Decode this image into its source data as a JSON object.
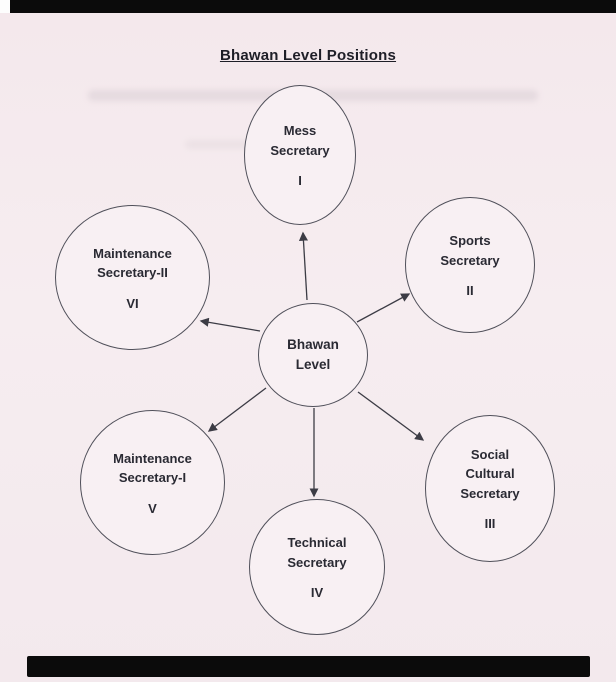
{
  "page": {
    "title": "Bhawan Level Positions"
  },
  "diagram": {
    "center": {
      "lines": [
        "Bhawan",
        "Level"
      ]
    },
    "nodes": [
      {
        "id": "mess-secretary",
        "lines": [
          "Mess",
          "Secretary"
        ],
        "numeral": "I"
      },
      {
        "id": "sports-secretary",
        "lines": [
          "Sports",
          "Secretary"
        ],
        "numeral": "II"
      },
      {
        "id": "social-cultural-secretary",
        "lines": [
          "Social",
          "Cultural",
          "Secretary"
        ],
        "numeral": "III"
      },
      {
        "id": "technical-secretary",
        "lines": [
          "Technical",
          "Secretary"
        ],
        "numeral": "IV"
      },
      {
        "id": "maintenance-secretary-1",
        "lines": [
          "Maintenance",
          "Secretary-I"
        ],
        "numeral": "V"
      },
      {
        "id": "maintenance-secretary-2",
        "lines": [
          "Maintenance",
          "Secretary-II"
        ],
        "numeral": "VI"
      }
    ]
  },
  "colors": {
    "paper": "#f5ebee",
    "ink": "#2a2a33",
    "outline": "#50505a",
    "scan_bar": "#0b0b0b"
  }
}
